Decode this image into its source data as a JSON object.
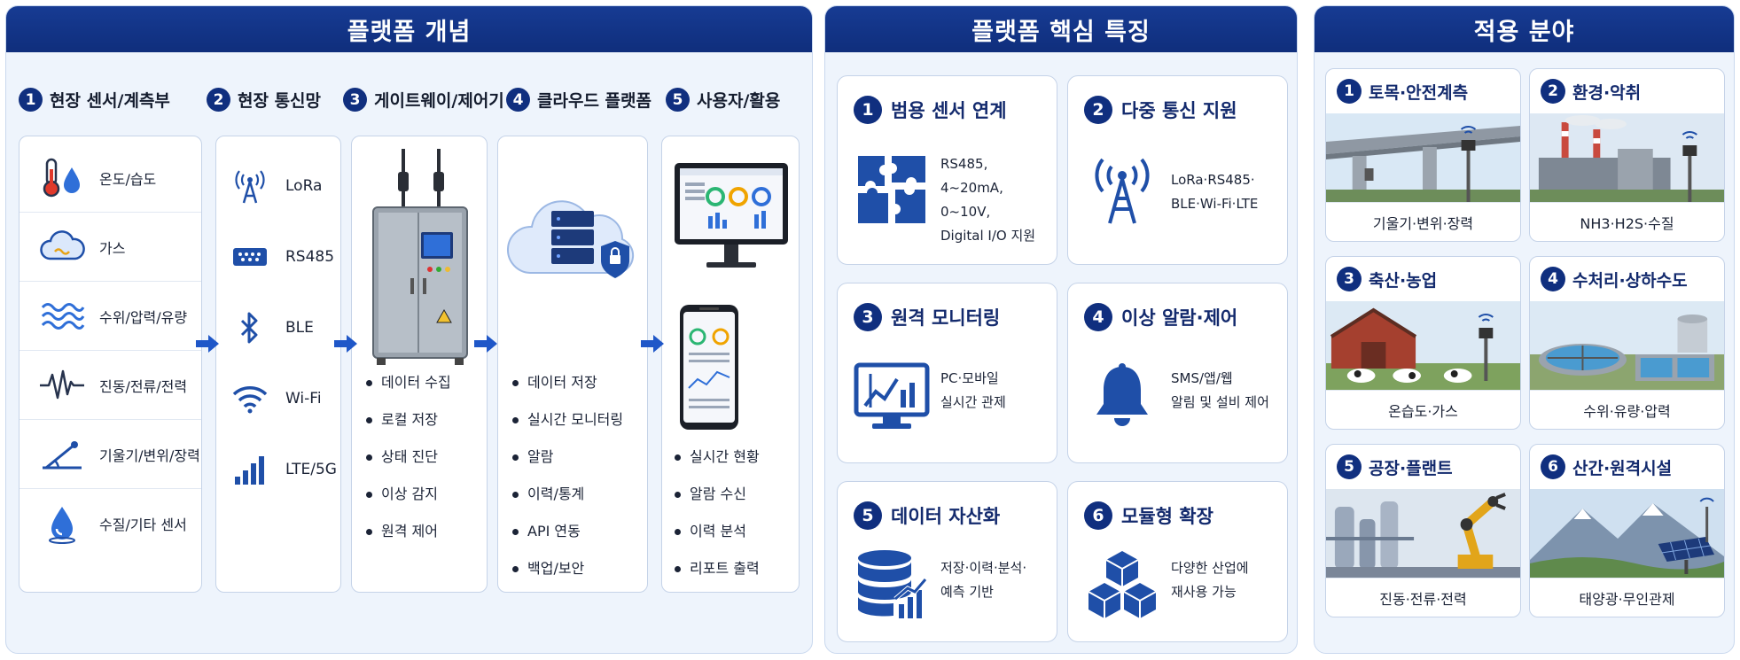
{
  "panel1": {
    "title": "플랫폼 개념",
    "steps": [
      {
        "num": "1",
        "title": "현장 센서/계측부"
      },
      {
        "num": "2",
        "title": "현장 통신망"
      },
      {
        "num": "3",
        "title": "게이트웨이/제어기"
      },
      {
        "num": "4",
        "title": "클라우드 플랫폼"
      },
      {
        "num": "5",
        "title": "사용자/활용"
      }
    ],
    "sensors": [
      {
        "label": "온도/습도",
        "icon": "thermometer-droplet-icon"
      },
      {
        "label": "가스",
        "icon": "gas-cloud-icon"
      },
      {
        "label": "수위/압력/유량",
        "icon": "water-wave-icon"
      },
      {
        "label": "진동/전류/전력",
        "icon": "vibration-waveform-icon"
      },
      {
        "label": "기울기/변위/장력",
        "icon": "inclinometer-icon"
      },
      {
        "label": "수질/기타 센서",
        "icon": "water-drop-icon"
      }
    ],
    "comms": [
      {
        "label": "LoRa",
        "icon": "antenna-icon"
      },
      {
        "label": "RS485",
        "icon": "serial-port-icon"
      },
      {
        "label": "BLE",
        "icon": "bluetooth-icon"
      },
      {
        "label": "Wi-Fi",
        "icon": "wifi-icon"
      },
      {
        "label": "LTE/5G",
        "icon": "signal-bars-icon"
      }
    ],
    "gateway_items": [
      "데이터 수집",
      "로컬 저장",
      "상태 진단",
      "이상 감지",
      "원격 제어"
    ],
    "cloud_items": [
      "데이터 저장",
      "실시간 모니터링",
      "알람",
      "이력/통계",
      "API 연동",
      "백업/보안"
    ],
    "user_items": [
      "실시간 현황",
      "알람 수신",
      "이력 분석",
      "리포트 출력"
    ]
  },
  "panel2": {
    "title": "플랫폼 핵심 특징",
    "features": [
      {
        "num": "1",
        "title": "범용 센서 연계",
        "lines": [
          "RS485, 4~20mA,",
          "0~10V,",
          "Digital I/O 지원"
        ],
        "icon": "puzzle-icon"
      },
      {
        "num": "2",
        "title": "다중 통신 지원",
        "lines": [
          "LoRa·RS485·",
          "BLE·Wi-Fi·LTE"
        ],
        "icon": "radio-tower-icon"
      },
      {
        "num": "3",
        "title": "원격 모니터링",
        "lines": [
          "PC·모바일",
          "실시간 관제"
        ],
        "icon": "monitor-chart-icon"
      },
      {
        "num": "4",
        "title": "이상 알람·제어",
        "lines": [
          "SMS/앱/웹",
          "알림 및 설비 제어"
        ],
        "icon": "bell-icon"
      },
      {
        "num": "5",
        "title": "데이터 자산화",
        "lines": [
          "저장·이력·분석·",
          "예측 기반"
        ],
        "icon": "database-growth-icon"
      },
      {
        "num": "6",
        "title": "모듈형 확장",
        "lines": [
          "다양한 산업에",
          "재사용 가능"
        ],
        "icon": "cubes-icon"
      }
    ]
  },
  "panel3": {
    "title": "적용 분야",
    "fields": [
      {
        "num": "1",
        "title": "토목·안전계측",
        "caption": "기울기·변위·장력"
      },
      {
        "num": "2",
        "title": "환경·악취",
        "caption": "NH3·H2S·수질"
      },
      {
        "num": "3",
        "title": "축산·농업",
        "caption": "온습도·가스"
      },
      {
        "num": "4",
        "title": "수처리·상하수도",
        "caption": "수위·유량·압력"
      },
      {
        "num": "5",
        "title": "공장·플랜트",
        "caption": "진동·전류·전력"
      },
      {
        "num": "6",
        "title": "산간·원격시설",
        "caption": "태양광·무인관제"
      }
    ]
  },
  "colors": {
    "navy": "#102f7f",
    "blue": "#1e57c8",
    "panel_bg": "#eef4fc",
    "border": "#c5d3e8"
  }
}
